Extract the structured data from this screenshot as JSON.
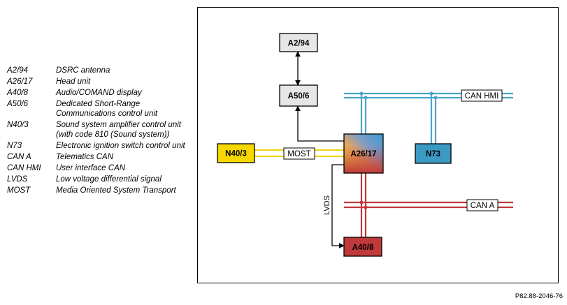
{
  "legend": [
    {
      "code": "A2/94",
      "description": "DSRC antenna"
    },
    {
      "code": "A26/17",
      "description": "Head unit"
    },
    {
      "code": "A40/8",
      "description": "Audio/COMAND display"
    },
    {
      "code": "A50/6",
      "description": "Dedicated Short-Range Communications control unit"
    },
    {
      "code": "N40/3",
      "description": "Sound system amplifier control unit (with code 810 (Sound system))"
    },
    {
      "code": "N73",
      "description": "Electronic ignition switch control unit"
    },
    {
      "code": "CAN A",
      "description": "Telematics CAN"
    },
    {
      "code": "CAN HMI",
      "description": "User interface CAN"
    },
    {
      "code": "LVDS",
      "description": "Low voltage differential signal"
    },
    {
      "code": "MOST",
      "description": "Media Oriented System Transport"
    }
  ],
  "diagram": {
    "nodes": {
      "a2_94": "A2/94",
      "a50_6": "A50/6",
      "a26_17": "A26/17",
      "n40_3": "N40/3",
      "n73": "N73",
      "a40_8": "A40/8"
    },
    "bus_labels": {
      "can_hmi": "CAN HMI",
      "can_a": "CAN A",
      "most": "MOST",
      "lvds": "LVDS"
    },
    "colors": {
      "can_hmi": "#4aa3c8",
      "can_a": "#c0393b",
      "most": "#f2d21a",
      "n40_3_fill": "#f5d800",
      "n73_fill": "#3b9ac4",
      "a40_8_fill": "#c0393b",
      "grey_box": "#e6e6e6"
    }
  },
  "reference": "P82.88-2046-76"
}
